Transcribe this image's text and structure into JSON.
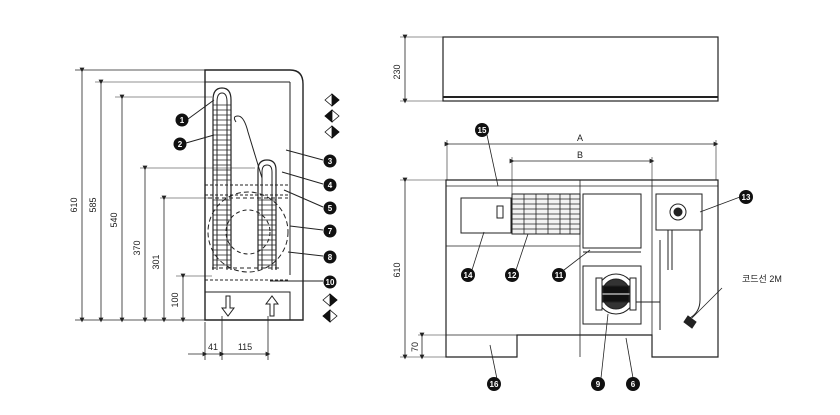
{
  "side_view": {
    "dimensions": {
      "h610": "610",
      "h585": "585",
      "h540": "540",
      "h370": "370",
      "h301": "301",
      "h100": "100",
      "w41": "41",
      "w115": "115"
    },
    "callouts": [
      "1",
      "2",
      "3",
      "4",
      "5",
      "7",
      "8",
      "10"
    ]
  },
  "front_view": {
    "dimensions": {
      "h230": "230",
      "A": "A",
      "B": "B",
      "h610": "610",
      "h70": "70"
    },
    "callouts": [
      "15",
      "13",
      "14",
      "12",
      "11",
      "16",
      "9",
      "6"
    ],
    "cord_label": "코드선 2M"
  },
  "colors": {
    "line": "#222222",
    "badge": "#111111"
  }
}
